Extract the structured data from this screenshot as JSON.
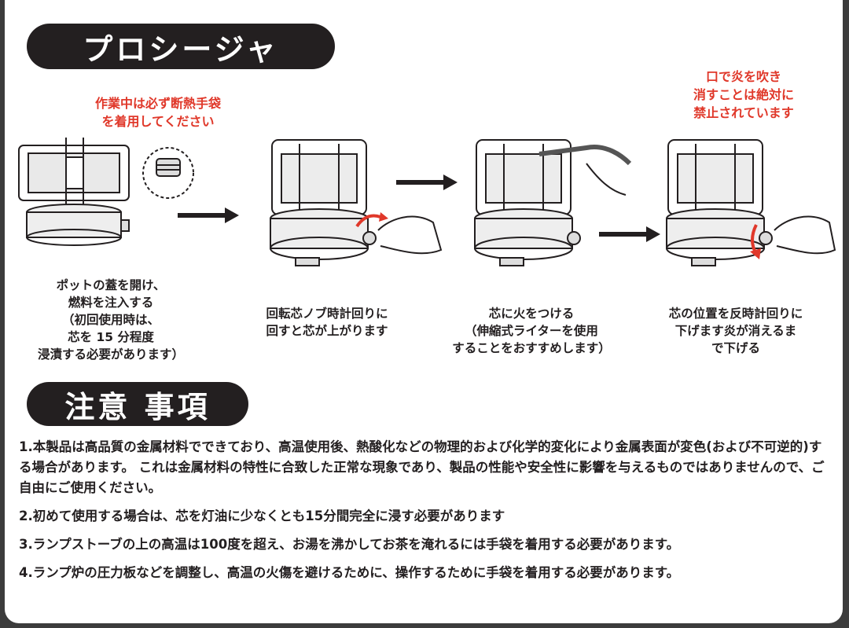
{
  "procedure": {
    "title": "プロシージャ",
    "warning_gloves": [
      "作業中は必ず断熱手袋",
      "を着用してください"
    ],
    "warning_blow": [
      "口で炎を吹き",
      "消すことは絶対に",
      "禁止されています"
    ],
    "steps": [
      {
        "caption": [
          "ポットの蓋を開け、",
          "燃料を注入する",
          "（初回使用時は、",
          "芯を 15 分程度",
          "浸漬する必要があります）"
        ]
      },
      {
        "caption": [
          "回転芯ノブ時計回りに",
          "回すと芯が上がります"
        ]
      },
      {
        "caption": [
          "芯に火をつける",
          "（伸縮式ライターを使用",
          "することをおすすめします）"
        ]
      },
      {
        "caption": [
          "芯の位置を反時計回りに",
          "下げます炎が消えるま",
          "で下げる"
        ]
      }
    ]
  },
  "caution": {
    "title": "注意 事項",
    "notes": [
      "1.本製品は高品質の金属材料でできており、高温使用後、熱酸化などの物理的および化学的変化により金属表面が変色(および不可逆的)する場合があります。 これは金属材料の特性に合致した正常な現象であり、製品の性能や安全性に影響を与えるものではありませんので、ご自由にご使用ください。",
      "2.初めて使用する場合は、芯を灯油に少なくとも15分間完全に浸す必要があります",
      "3.ランプストーブの上の高温は100度を超え、お湯を沸かしてお茶を淹れるには手袋を着用する必要があります。",
      "4.ランプ炉の圧力板などを調整し、高温の火傷を避けるために、操作するために手袋を着用する必要があります。"
    ]
  },
  "colors": {
    "accent_red": "#e0382a",
    "pill_black": "#231f20"
  }
}
